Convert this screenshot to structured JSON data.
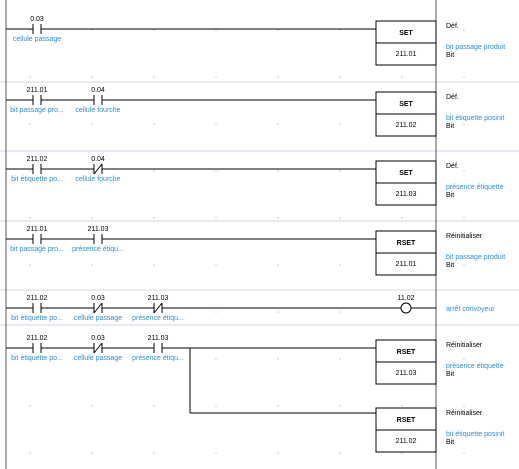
{
  "rungs": [
    {
      "contacts": [
        {
          "addr": "0.03",
          "comment": "cellule passage",
          "type": "NO"
        }
      ],
      "outputs": [
        {
          "kind": "block",
          "op": "SET",
          "operand": "211.01",
          "action": "Déf.",
          "desc": "bit passage produit",
          "dtype": "Bit"
        }
      ]
    },
    {
      "contacts": [
        {
          "addr": "211.01",
          "comment": "bit passage pro...",
          "type": "NO"
        },
        {
          "addr": "0.04",
          "comment": "cellule fourche",
          "type": "NO"
        }
      ],
      "outputs": [
        {
          "kind": "block",
          "op": "SET",
          "operand": "211.02",
          "action": "Déf.",
          "desc": "bit étiquette posinit",
          "dtype": "Bit"
        }
      ]
    },
    {
      "contacts": [
        {
          "addr": "211.02",
          "comment": "bit étiquette po...",
          "type": "NO"
        },
        {
          "addr": "0.04",
          "comment": "cellule fourche",
          "type": "NC"
        }
      ],
      "outputs": [
        {
          "kind": "block",
          "op": "SET",
          "operand": "211.03",
          "action": "Déf.",
          "desc": "présence étiquette",
          "dtype": "Bit"
        }
      ]
    },
    {
      "contacts": [
        {
          "addr": "211.01",
          "comment": "bit passage pro...",
          "type": "NO"
        },
        {
          "addr": "211.03",
          "comment": "présence étiqu...",
          "type": "NO"
        }
      ],
      "outputs": [
        {
          "kind": "block",
          "op": "RSET",
          "operand": "211.01",
          "action": "Réinitialiser",
          "desc": "bit passage produit",
          "dtype": "Bit"
        }
      ]
    },
    {
      "contacts": [
        {
          "addr": "211.02",
          "comment": "bit étiquette po...",
          "type": "NO"
        },
        {
          "addr": "0.03",
          "comment": "cellule passage",
          "type": "NC"
        },
        {
          "addr": "211.03",
          "comment": "présence étiqu...",
          "type": "NC"
        }
      ],
      "outputs": [
        {
          "kind": "coil",
          "addr": "11.02",
          "desc": "arrêt convoyeur"
        }
      ]
    },
    {
      "contacts": [
        {
          "addr": "211.02",
          "comment": "bit étiquette po...",
          "type": "NO"
        },
        {
          "addr": "0.03",
          "comment": "cellule passage",
          "type": "NC"
        },
        {
          "addr": "211.03",
          "comment": "présence étiqu...",
          "type": "NO"
        }
      ],
      "outputs": [
        {
          "kind": "block",
          "op": "RSET",
          "operand": "211.03",
          "action": "Réinitialiser",
          "desc": "présence étiquette",
          "dtype": "Bit"
        },
        {
          "kind": "block",
          "op": "RSET",
          "operand": "211.02",
          "action": "Réinitialiser",
          "desc": "bit étiquette posinit",
          "dtype": "Bit"
        }
      ]
    }
  ]
}
